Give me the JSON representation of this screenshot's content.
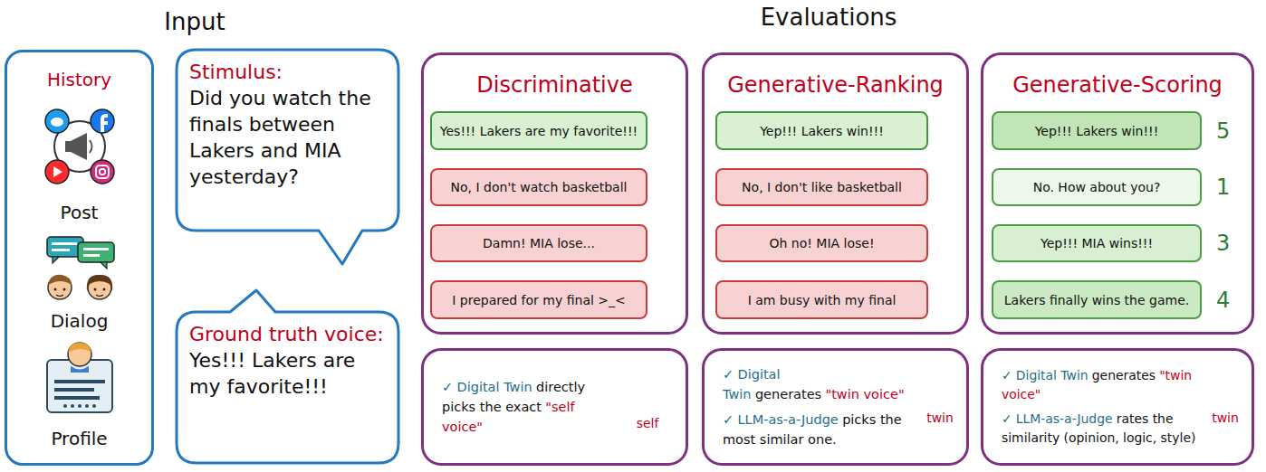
{
  "diagram": {
    "nodes": [
      {
        "text": [
          "History",
          "Post",
          "Dialog",
          "Profile"
        ]
      },
      {
        "text": [
          "Stimulus:",
          "Did you watch the finals between Lakers and MIA yesterday?"
        ]
      },
      {
        "text": [
          "Ground truth voice:",
          "Yes!!! Lakers are my favorite!!!"
        ]
      },
      {
        "text": [
          "Discriminative"
        ]
      },
      {
        "text": [
          "Yes!!! Lakers are my favorite!!!"
        ],
        "in": 3
      },
      {
        "text": [
          "No, I don't watch basketball"
        ],
        "in": 3
      },
      {
        "text": [
          "Damn! MIA lose..."
        ],
        "in": 3
      },
      {
        "text": [
          "I prepared for my final >_<"
        ],
        "in": 3
      },
      {
        "text": [
          "✓",
          "Digital Twin",
          "directly picks the exact",
          "\"self voice\"",
          "self"
        ]
      },
      {
        "text": [
          "Generative-Ranking"
        ]
      },
      {
        "text": [
          "Yep!!! Lakers win!!!"
        ],
        "in": 9
      },
      {
        "text": [
          "No, I don't like basketball"
        ],
        "in": 9
      },
      {
        "text": [
          "Oh no! MIA lose!"
        ],
        "in": 9
      },
      {
        "text": [
          "I am busy with my final"
        ],
        "in": 9
      },
      {
        "text": [
          "✓",
          "Digital Twin",
          "generates",
          "\"twin voice\"",
          "✓",
          "LLM-as-a-Judge",
          "picks the most similar one.",
          "twin"
        ]
      },
      {
        "text": [
          "Generative-Scoring"
        ]
      },
      {
        "text": [
          "Yep!!! Lakers win!!!",
          "5"
        ],
        "in": 15
      },
      {
        "text": [
          "No. How about you?",
          "1"
        ],
        "in": 15
      },
      {
        "text": [
          "Yep!!! MIA wins!!!",
          "3"
        ],
        "in": 15
      },
      {
        "text": [
          "Lakers finally wins the game.",
          "4"
        ],
        "in": 15
      },
      {
        "text": [
          "✓",
          "Digital Twin",
          "generates",
          "\"twin voice\"",
          "✓",
          "LLM-as-a-Judge",
          "rates the similarity (opinion, logic, style)",
          "twin"
        ]
      }
    ],
    "labels": [
      "Input",
      "Evaluations"
    ]
  }
}
